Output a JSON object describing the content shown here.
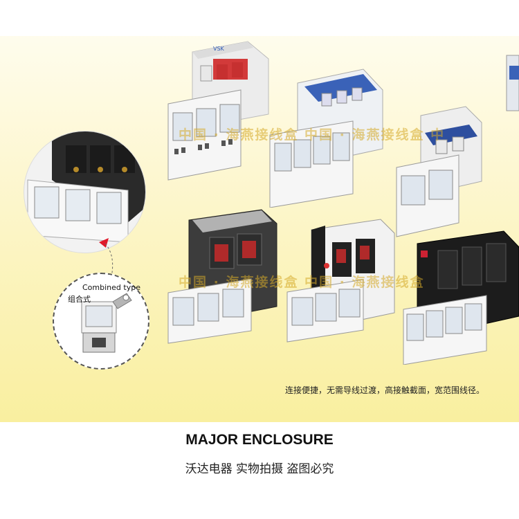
{
  "watermarks": {
    "row1": "中国 · 海燕接线盒  中国 · 海燕接线盒  中",
    "row2": "中国 · 海燕接线盒  中国 · 海燕接线盒"
  },
  "inset": {
    "label_en": "Combined type",
    "label_cn": "组合式"
  },
  "breaker_labels": {
    "b1_brand": "VSK"
  },
  "caption": "连接便捷，无需导线过渡，高接触截面，宽范围线径。",
  "footer": {
    "title": "MAJOR ENCLOSURE",
    "subtitle": "沃达电器  实物拍摄  盗图必究"
  }
}
